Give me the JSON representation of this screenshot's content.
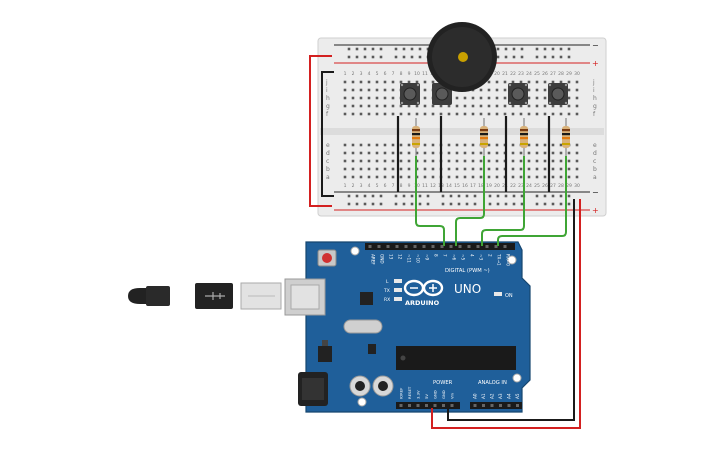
{
  "breadboard": {
    "rail_minus": "−",
    "rail_plus": "+",
    "row_letters_top": [
      "j",
      "i",
      "h",
      "g",
      "f"
    ],
    "row_letters_bottom": [
      "e",
      "d",
      "c",
      "b",
      "a"
    ],
    "column_numbers": [
      "1",
      "2",
      "3",
      "4",
      "5",
      "6",
      "7",
      "8",
      "9",
      "10",
      "11",
      "12",
      "13",
      "14",
      "15",
      "16",
      "17",
      "18",
      "19",
      "20",
      "21",
      "22",
      "23",
      "24",
      "25",
      "26",
      "27",
      "28",
      "29",
      "30"
    ]
  },
  "arduino": {
    "brand": "ARDUINO",
    "model": "UNO",
    "on_label": "ON",
    "digital_label": "DIGITAL (PWM ~)",
    "power_label": "POWER",
    "analog_label": "ANALOG IN",
    "led_labels": [
      "L",
      "TX",
      "RX"
    ],
    "top_header_pins": [
      "AREF",
      "GND",
      "13",
      "12",
      "~11",
      "~10",
      "~9",
      "8",
      "7",
      "~6",
      "~5",
      "4",
      "~3",
      "2",
      "TX→1",
      "RX←0"
    ],
    "power_pins": [
      "IOREF",
      "RESET",
      "3.3V",
      "5V",
      "GND",
      "GND",
      "Vin"
    ],
    "analog_pins": [
      "A0",
      "A1",
      "A2",
      "A3",
      "A4",
      "A5"
    ]
  },
  "colors": {
    "board_blue": "#1f5f9a",
    "wire_green": "#3fa535",
    "wire_red": "#d32020",
    "wire_black": "#1a1a1a",
    "breadboard": "#ececec"
  }
}
